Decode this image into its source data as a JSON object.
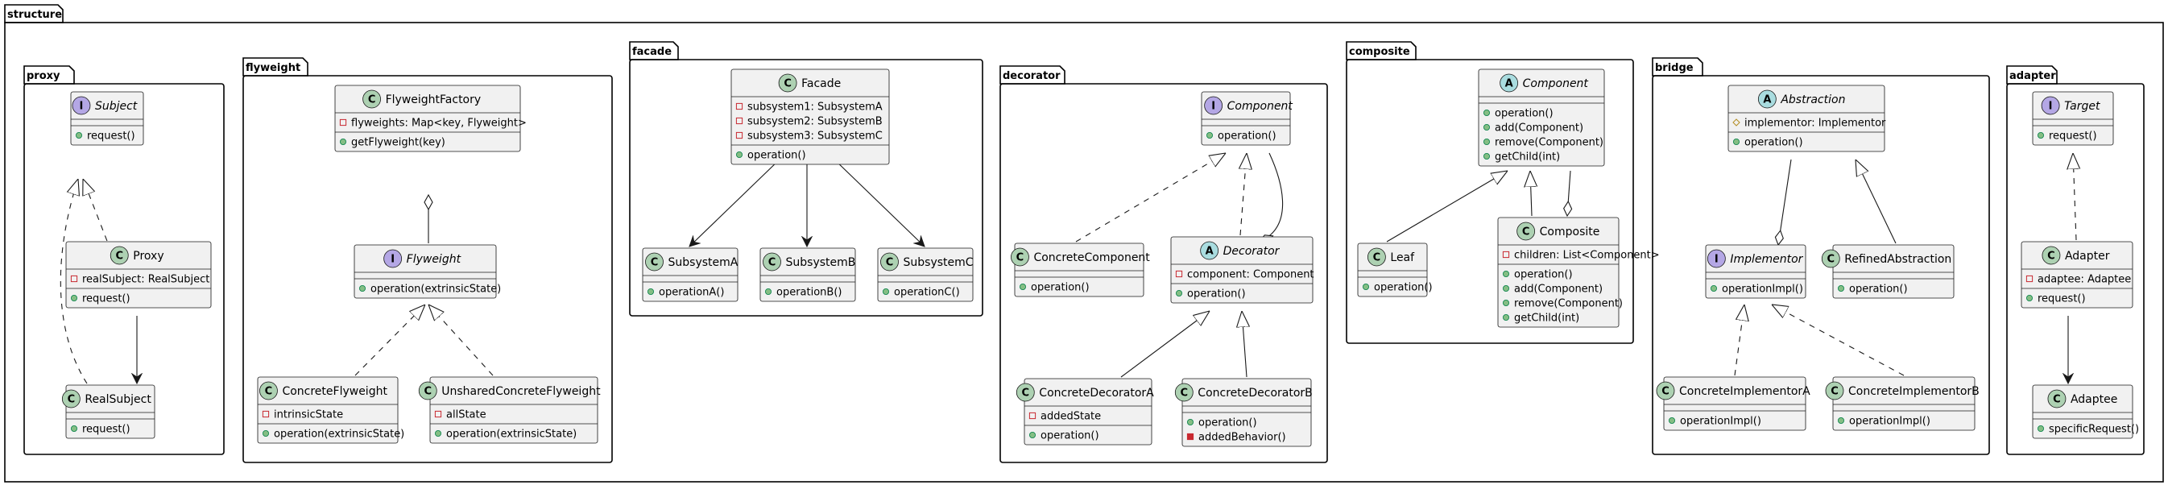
{
  "root": {
    "title": "structure"
  },
  "colors": {
    "class_fill": "#F1F1F1",
    "border": "#181818",
    "class_badge": "#ADD1B2",
    "interface_badge": "#B4A7E5",
    "abstract_badge": "#A9DCDF",
    "public": "#84BE84",
    "private": "#C82930",
    "protected": "#FFFF44"
  },
  "packages": [
    {
      "id": "proxy",
      "title": "proxy",
      "classes": [
        {
          "id": "Subject",
          "kind": "interface",
          "name": "Subject",
          "sections": [
            [],
            [
              {
                "vis": "public",
                "text": "request()"
              }
            ]
          ]
        },
        {
          "id": "Proxy",
          "kind": "class",
          "name": "Proxy",
          "sections": [
            [
              {
                "vis": "private",
                "text": "realSubject: RealSubject"
              }
            ],
            [
              {
                "vis": "public",
                "text": "request()"
              }
            ]
          ]
        },
        {
          "id": "RealSubject",
          "kind": "class",
          "name": "RealSubject",
          "sections": [
            [],
            [
              {
                "vis": "public",
                "text": "request()"
              }
            ]
          ]
        }
      ]
    },
    {
      "id": "flyweight",
      "title": "flyweight",
      "classes": [
        {
          "id": "FlyweightFactory",
          "kind": "class",
          "name": "FlyweightFactory",
          "sections": [
            [
              {
                "vis": "private",
                "text": "flyweights: Map<key, Flyweight>"
              }
            ],
            [
              {
                "vis": "public",
                "text": "getFlyweight(key)"
              }
            ]
          ]
        },
        {
          "id": "Flyweight",
          "kind": "interface",
          "name": "Flyweight",
          "sections": [
            [],
            [
              {
                "vis": "public",
                "text": "operation(extrinsicState)"
              }
            ]
          ]
        },
        {
          "id": "ConcreteFlyweight",
          "kind": "class",
          "name": "ConcreteFlyweight",
          "sections": [
            [
              {
                "vis": "private",
                "text": "intrinsicState"
              }
            ],
            [
              {
                "vis": "public",
                "text": "operation(extrinsicState)"
              }
            ]
          ]
        },
        {
          "id": "UnsharedConcreteFlyweight",
          "kind": "class",
          "name": "UnsharedConcreteFlyweight",
          "sections": [
            [
              {
                "vis": "private",
                "text": "allState"
              }
            ],
            [
              {
                "vis": "public",
                "text": "operation(extrinsicState)"
              }
            ]
          ]
        }
      ]
    },
    {
      "id": "facade",
      "title": "facade",
      "classes": [
        {
          "id": "Facade",
          "kind": "class",
          "name": "Facade",
          "sections": [
            [
              {
                "vis": "private",
                "text": "subsystem1: SubsystemA"
              },
              {
                "vis": "private",
                "text": "subsystem2: SubsystemB"
              },
              {
                "vis": "private",
                "text": "subsystem3: SubsystemC"
              }
            ],
            [
              {
                "vis": "public",
                "text": "operation()"
              }
            ]
          ]
        },
        {
          "id": "SubsystemA",
          "kind": "class",
          "name": "SubsystemA",
          "sections": [
            [],
            [
              {
                "vis": "public",
                "text": "operationA()"
              }
            ]
          ]
        },
        {
          "id": "SubsystemB",
          "kind": "class",
          "name": "SubsystemB",
          "sections": [
            [],
            [
              {
                "vis": "public",
                "text": "operationB()"
              }
            ]
          ]
        },
        {
          "id": "SubsystemC",
          "kind": "class",
          "name": "SubsystemC",
          "sections": [
            [],
            [
              {
                "vis": "public",
                "text": "operationC()"
              }
            ]
          ]
        }
      ]
    },
    {
      "id": "decorator",
      "title": "decorator",
      "classes": [
        {
          "id": "DComponent",
          "kind": "interface",
          "name": "Component",
          "sections": [
            [],
            [
              {
                "vis": "public",
                "text": "operation()"
              }
            ]
          ]
        },
        {
          "id": "ConcreteComponent",
          "kind": "class",
          "name": "ConcreteComponent",
          "sections": [
            [],
            [
              {
                "vis": "public",
                "text": "operation()"
              }
            ]
          ]
        },
        {
          "id": "Decorator",
          "kind": "abstract",
          "name": "Decorator",
          "sections": [
            [
              {
                "vis": "private",
                "text": "component: Component"
              }
            ],
            [
              {
                "vis": "public",
                "text": "operation()"
              }
            ]
          ]
        },
        {
          "id": "ConcreteDecoratorA",
          "kind": "class",
          "name": "ConcreteDecoratorA",
          "sections": [
            [
              {
                "vis": "private",
                "text": "addedState"
              }
            ],
            [
              {
                "vis": "public",
                "text": "operation()"
              }
            ]
          ]
        },
        {
          "id": "ConcreteDecoratorB",
          "kind": "class",
          "name": "ConcreteDecoratorB",
          "sections": [
            [],
            [
              {
                "vis": "public",
                "text": "operation()"
              },
              {
                "vis": "private-method",
                "text": "addedBehavior()"
              }
            ]
          ]
        }
      ]
    },
    {
      "id": "composite",
      "title": "composite",
      "classes": [
        {
          "id": "CComponent",
          "kind": "abstract",
          "name": "Component",
          "sections": [
            [],
            [
              {
                "vis": "public",
                "text": "operation()"
              },
              {
                "vis": "public",
                "text": "add(Component)"
              },
              {
                "vis": "public",
                "text": "remove(Component)"
              },
              {
                "vis": "public",
                "text": "getChild(int)"
              }
            ]
          ]
        },
        {
          "id": "Leaf",
          "kind": "class",
          "name": "Leaf",
          "sections": [
            [],
            [
              {
                "vis": "public",
                "text": "operation()"
              }
            ]
          ]
        },
        {
          "id": "Composite",
          "kind": "class",
          "name": "Composite",
          "sections": [
            [
              {
                "vis": "private",
                "text": "children: List<Component>"
              }
            ],
            [
              {
                "vis": "public",
                "text": "operation()"
              },
              {
                "vis": "public",
                "text": "add(Component)"
              },
              {
                "vis": "public",
                "text": "remove(Component)"
              },
              {
                "vis": "public",
                "text": "getChild(int)"
              }
            ]
          ]
        }
      ]
    },
    {
      "id": "bridge",
      "title": "bridge",
      "classes": [
        {
          "id": "Abstraction",
          "kind": "abstract",
          "name": "Abstraction",
          "sections": [
            [
              {
                "vis": "protected",
                "text": "implementor: Implementor"
              }
            ],
            [
              {
                "vis": "public",
                "text": "operation()"
              }
            ]
          ]
        },
        {
          "id": "Implementor",
          "kind": "interface",
          "name": "Implementor",
          "sections": [
            [],
            [
              {
                "vis": "public",
                "text": "operationImpl()"
              }
            ]
          ]
        },
        {
          "id": "RefinedAbstraction",
          "kind": "class",
          "name": "RefinedAbstraction",
          "sections": [
            [],
            [
              {
                "vis": "public",
                "text": "operation()"
              }
            ]
          ]
        },
        {
          "id": "ConcreteImplementorA",
          "kind": "class",
          "name": "ConcreteImplementorA",
          "sections": [
            [],
            [
              {
                "vis": "public",
                "text": "operationImpl()"
              }
            ]
          ]
        },
        {
          "id": "ConcreteImplementorB",
          "kind": "class",
          "name": "ConcreteImplementorB",
          "sections": [
            [],
            [
              {
                "vis": "public",
                "text": "operationImpl()"
              }
            ]
          ]
        }
      ]
    },
    {
      "id": "adapter",
      "title": "adapter",
      "classes": [
        {
          "id": "Target",
          "kind": "interface",
          "name": "Target",
          "sections": [
            [],
            [
              {
                "vis": "public",
                "text": "request()"
              }
            ]
          ]
        },
        {
          "id": "Adapter",
          "kind": "class",
          "name": "Adapter",
          "sections": [
            [
              {
                "vis": "private",
                "text": "adaptee: Adaptee"
              }
            ],
            [
              {
                "vis": "public",
                "text": "request()"
              }
            ]
          ]
        },
        {
          "id": "Adaptee",
          "kind": "class",
          "name": "Adaptee",
          "sections": [
            [],
            [
              {
                "vis": "public",
                "text": "specificRequest()"
              }
            ]
          ]
        }
      ]
    }
  ],
  "relations": [
    {
      "from": "Proxy",
      "to": "Subject",
      "type": "realization"
    },
    {
      "from": "RealSubject",
      "to": "Subject",
      "type": "realization"
    },
    {
      "from": "Proxy",
      "to": "RealSubject",
      "type": "association"
    },
    {
      "from": "FlyweightFactory",
      "to": "Flyweight",
      "type": "aggregation"
    },
    {
      "from": "ConcreteFlyweight",
      "to": "Flyweight",
      "type": "realization"
    },
    {
      "from": "UnsharedConcreteFlyweight",
      "to": "Flyweight",
      "type": "realization"
    },
    {
      "from": "Facade",
      "to": "SubsystemA",
      "type": "association"
    },
    {
      "from": "Facade",
      "to": "SubsystemB",
      "type": "association"
    },
    {
      "from": "Facade",
      "to": "SubsystemC",
      "type": "association"
    },
    {
      "from": "ConcreteComponent",
      "to": "DComponent",
      "type": "realization"
    },
    {
      "from": "Decorator",
      "to": "DComponent",
      "type": "realization"
    },
    {
      "from": "Decorator",
      "to": "DComponent",
      "type": "aggregation"
    },
    {
      "from": "ConcreteDecoratorA",
      "to": "Decorator",
      "type": "generalization"
    },
    {
      "from": "ConcreteDecoratorB",
      "to": "Decorator",
      "type": "generalization"
    },
    {
      "from": "Leaf",
      "to": "CComponent",
      "type": "generalization"
    },
    {
      "from": "Composite",
      "to": "CComponent",
      "type": "generalization"
    },
    {
      "from": "Composite",
      "to": "CComponent",
      "type": "aggregation"
    },
    {
      "from": "Abstraction",
      "to": "Implementor",
      "type": "aggregation"
    },
    {
      "from": "RefinedAbstraction",
      "to": "Abstraction",
      "type": "generalization"
    },
    {
      "from": "ConcreteImplementorA",
      "to": "Implementor",
      "type": "realization"
    },
    {
      "from": "ConcreteImplementorB",
      "to": "Implementor",
      "type": "realization"
    },
    {
      "from": "Adapter",
      "to": "Target",
      "type": "realization"
    },
    {
      "from": "Adapter",
      "to": "Adaptee",
      "type": "association"
    }
  ]
}
